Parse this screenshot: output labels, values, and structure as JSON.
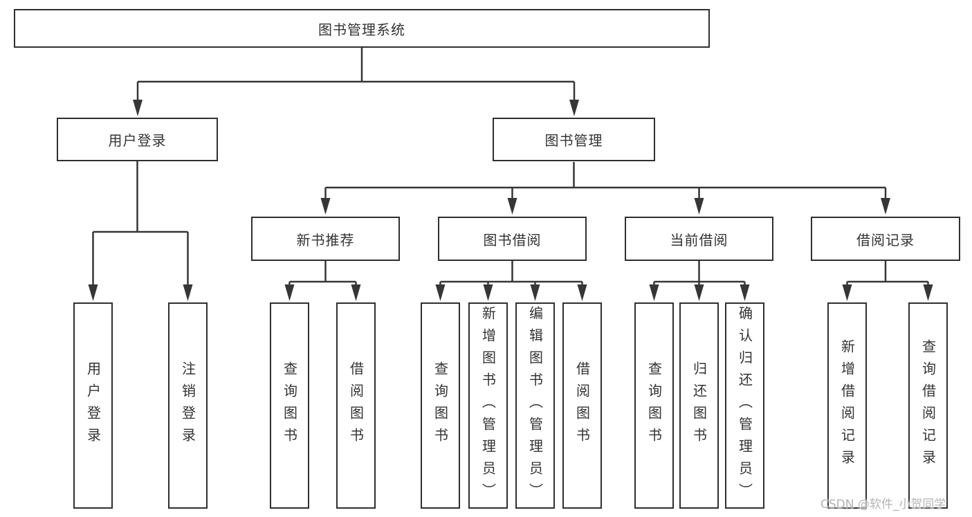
{
  "diagram": {
    "tree": {
      "label": "图书管理系统",
      "children": [
        {
          "label": "用户登录",
          "children": [
            {
              "label": "用户登录"
            },
            {
              "label": "注销登录"
            }
          ]
        },
        {
          "label": "图书管理",
          "children": [
            {
              "label": "新书推荐",
              "children": [
                {
                  "label": "查询图书"
                },
                {
                  "label": "借阅图书"
                }
              ]
            },
            {
              "label": "图书借阅",
              "children": [
                {
                  "label": "查询图书"
                },
                {
                  "label": "新增图书（管理员）"
                },
                {
                  "label": "编辑图书（管理员）"
                },
                {
                  "label": "借阅图书"
                }
              ]
            },
            {
              "label": "当前借阅",
              "children": [
                {
                  "label": "查询图书"
                },
                {
                  "label": "归还图书"
                },
                {
                  "label": "确认归还（管理员）"
                }
              ]
            },
            {
              "label": "借阅记录",
              "children": [
                {
                  "label": "新增借阅记录"
                },
                {
                  "label": "查询借阅记录"
                }
              ]
            }
          ]
        }
      ]
    },
    "watermark": "CSDN @软件_小贺同学",
    "colors": {
      "line": "#363636",
      "box_border": "#2f2f2f",
      "text": "#333333",
      "watermark": "#b4b4b4",
      "background": "#ffffff"
    }
  }
}
